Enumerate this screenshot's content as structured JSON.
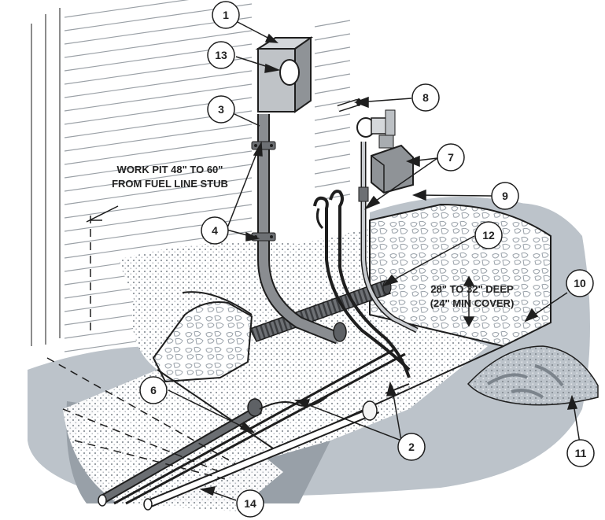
{
  "notes": {
    "work_pit_line1": "WORK PIT 48\" TO 60\"",
    "work_pit_line2": "FROM FUEL LINE STUB",
    "depth_line1": "28\" TO 32\" DEEP",
    "depth_line2": "(24\" MIN COVER)"
  },
  "callouts": {
    "c1": "1",
    "c2": "2",
    "c3": "3",
    "c4": "4",
    "c6": "6",
    "c7": "7",
    "c8": "8",
    "c9": "9",
    "c10": "10",
    "c11": "11",
    "c12": "12",
    "c13": "13",
    "c14": "14"
  },
  "colors": {
    "ground_gray": "#b7bec6",
    "gravel_dot": "#8e959c",
    "conduit_gray": "#7c7f83",
    "line_dark": "#1e1e1e"
  }
}
